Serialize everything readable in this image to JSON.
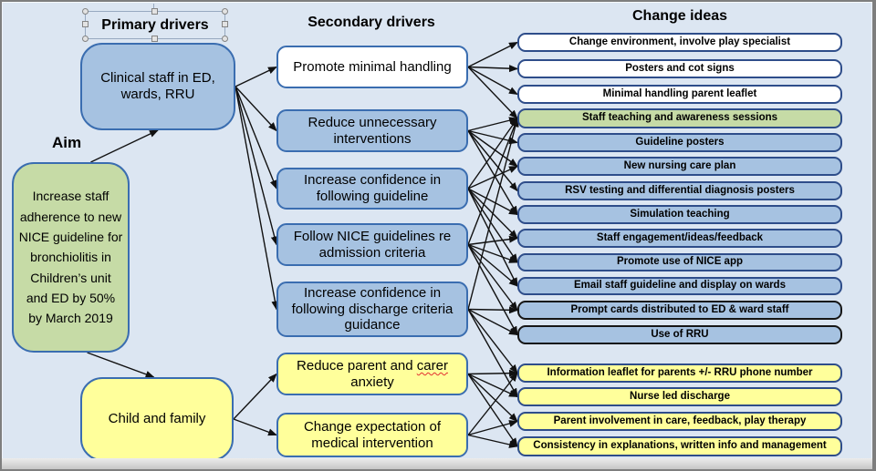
{
  "headers": {
    "primary": "Primary drivers",
    "secondary": "Secondary drivers",
    "ideas": "Change ideas",
    "aim": "Aim"
  },
  "boxes": {
    "aim": {
      "label": "Increase staff adherence to new NICE guideline for bronchiolitis in Children’s unit and ED by 50% by March 2019",
      "color": "green"
    },
    "p1": {
      "label": "Clinical staff in ED, wards, RRU",
      "color": "blue"
    },
    "p2": {
      "label": "Child and family",
      "color": "yellow"
    },
    "s1": {
      "label": "Promote minimal handling",
      "color": "white"
    },
    "s2": {
      "label": "Reduce unnecessary interventions",
      "color": "blue"
    },
    "s3": {
      "label": "Increase confidence in following guideline",
      "color": "blue"
    },
    "s4": {
      "label": "Follow NICE guidelines re admission criteria",
      "color": "blue"
    },
    "s5": {
      "label": "Increase confidence in following discharge criteria guidance",
      "color": "blue"
    },
    "s6": {
      "before": "Reduce parent and ",
      "misspelled": "carer",
      "after": " anxiety",
      "color": "yellow"
    },
    "s7": {
      "label": "Change expectation of medical intervention",
      "color": "yellow"
    },
    "c1": {
      "label": "Change environment, involve play specialist",
      "color": "white"
    },
    "c2": {
      "label": "Posters and cot signs",
      "color": "white"
    },
    "c3": {
      "label": "Minimal handling parent leaflet",
      "color": "white"
    },
    "c4": {
      "label": "Staff teaching and awareness sessions",
      "color": "green"
    },
    "c5": {
      "label": "Guideline posters",
      "color": "blue"
    },
    "c6": {
      "label": "New nursing care plan",
      "color": "blue"
    },
    "c7": {
      "label": "RSV testing and differential diagnosis posters",
      "color": "blue"
    },
    "c8": {
      "label": "Simulation teaching",
      "color": "blue"
    },
    "c9": {
      "label": "Staff engagement/ideas/feedback",
      "color": "blue"
    },
    "c10": {
      "label": "Promote use of NICE app",
      "color": "blue"
    },
    "c11": {
      "label": "Email staff guideline and display on wards",
      "color": "blue"
    },
    "c12": {
      "label": "Prompt cards distributed to ED & ward staff",
      "color": "blue"
    },
    "c13": {
      "label": "Use of RRU",
      "color": "blue"
    },
    "c14": {
      "label": "Information leaflet for parents +/- RRU phone number",
      "color": "yellow"
    },
    "c15": {
      "label": "Nurse led discharge",
      "color": "yellow"
    },
    "c16": {
      "label": "Parent involvement in care, feedback, play therapy",
      "color": "yellow"
    },
    "c17": {
      "label": "Consistency in explanations, written info and management",
      "color": "yellow"
    }
  },
  "colors": {
    "background": "#dce6f2",
    "box_blue": "#a6c2e1",
    "box_green": "#c6dba6",
    "box_yellow": "#ffff9b",
    "border_blue": "#3a6db0",
    "border_dark_blue": "#2e4d8a",
    "arrow": "#111111"
  },
  "connections": [
    {
      "from": "box-aim",
      "to": "box-p1",
      "fa": [
        0.67,
        0
      ],
      "ta": [
        0.5,
        1
      ]
    },
    {
      "from": "box-aim",
      "to": "box-p2",
      "fa": [
        0.64,
        1
      ],
      "ta": [
        0.48,
        0
      ]
    },
    {
      "from": "box-p1",
      "to": "box-s1"
    },
    {
      "from": "box-p1",
      "to": "box-s2"
    },
    {
      "from": "box-p1",
      "to": "box-s3"
    },
    {
      "from": "box-p1",
      "to": "box-s4"
    },
    {
      "from": "box-p1",
      "to": "box-s5"
    },
    {
      "from": "box-p2",
      "to": "box-s6"
    },
    {
      "from": "box-p2",
      "to": "box-s7"
    },
    {
      "from": "box-s1",
      "to": "box-c1"
    },
    {
      "from": "box-s1",
      "to": "box-c2"
    },
    {
      "from": "box-s1",
      "to": "box-c3"
    },
    {
      "from": "box-s1",
      "to": "box-c4"
    },
    {
      "from": "box-s2",
      "to": "box-c4"
    },
    {
      "from": "box-s2",
      "to": "box-c5"
    },
    {
      "from": "box-s2",
      "to": "box-c6"
    },
    {
      "from": "box-s2",
      "to": "box-c7"
    },
    {
      "from": "box-s2",
      "to": "box-c8"
    },
    {
      "from": "box-s3",
      "to": "box-c4"
    },
    {
      "from": "box-s3",
      "to": "box-c6"
    },
    {
      "from": "box-s3",
      "to": "box-c8"
    },
    {
      "from": "box-s3",
      "to": "box-c9"
    },
    {
      "from": "box-s3",
      "to": "box-c10"
    },
    {
      "from": "box-s3",
      "to": "box-c11"
    },
    {
      "from": "box-s4",
      "to": "box-c4"
    },
    {
      "from": "box-s4",
      "to": "box-c9"
    },
    {
      "from": "box-s4",
      "to": "box-c10"
    },
    {
      "from": "box-s4",
      "to": "box-c11"
    },
    {
      "from": "box-s4",
      "to": "box-c12"
    },
    {
      "from": "box-s4",
      "to": "box-c13"
    },
    {
      "from": "box-s5",
      "to": "box-c4"
    },
    {
      "from": "box-s5",
      "to": "box-c12"
    },
    {
      "from": "box-s5",
      "to": "box-c13"
    },
    {
      "from": "box-s5",
      "to": "box-c14"
    },
    {
      "from": "box-s5",
      "to": "box-c15"
    },
    {
      "from": "box-s6",
      "to": "box-c14"
    },
    {
      "from": "box-s6",
      "to": "box-c15"
    },
    {
      "from": "box-s6",
      "to": "box-c16"
    },
    {
      "from": "box-s6",
      "to": "box-c17"
    },
    {
      "from": "box-s7",
      "to": "box-c14"
    },
    {
      "from": "box-s7",
      "to": "box-c16"
    },
    {
      "from": "box-s7",
      "to": "box-c17"
    }
  ]
}
